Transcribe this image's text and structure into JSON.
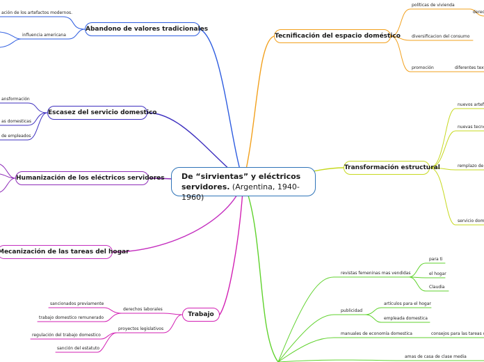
{
  "central": {
    "title_bold": "De “sirvientas” y eléctricos servidores.",
    "title_rest": "(Argentina, 1940-1960)"
  },
  "branches": {
    "abandono": {
      "label": "Abandono de valores tradicionales",
      "color": "#2d5ce0",
      "items": [
        "ación de los artefactos modernos.",
        "influencia americana"
      ]
    },
    "escasez": {
      "label": "Escasez del servicio domestico",
      "color": "#3d2fbf",
      "items": [
        "ansformación",
        "as domesticas",
        "de empleados"
      ]
    },
    "humanizacion": {
      "label": "Humanización de los eléctricos servidores",
      "color": "#8e2bb8"
    },
    "mecanizacion": {
      "label": "Mecanización de las tareas del hogar",
      "color": "#c42fbf"
    },
    "trabajo": {
      "label": "Trabajo",
      "color": "#d21fb3",
      "items": [
        "derechos laborales",
        "sancionados previamente",
        "trabajo domestico remunerado",
        "proyectos legislativos",
        "regulación del trabajo domestico",
        "sanción del estatuto"
      ]
    },
    "tecnificacion": {
      "label": "Tecnificación del espacio doméstico",
      "color": "#f2a01c",
      "items": [
        "políticas de vivienda",
        "derec",
        "diversificacion del consumo",
        "promoción",
        "diferentes text"
      ]
    },
    "transformacion": {
      "label": "Transformación estructural",
      "color": "#c6d81e",
      "items": [
        "nuevos artefa",
        "nuevas tecno",
        "remplazo de",
        "servicio dom"
      ]
    },
    "publicaciones": {
      "color": "#5fd22c",
      "items": [
        "revistas femeninas mas vendidas",
        "para ti",
        "el hogar",
        "Claudia",
        "publicidad",
        "artículos para el hogar",
        "empleada domestica",
        "manuales de economía domestica",
        "consejos para las tareas do",
        "amas de casa de clase media"
      ]
    }
  }
}
